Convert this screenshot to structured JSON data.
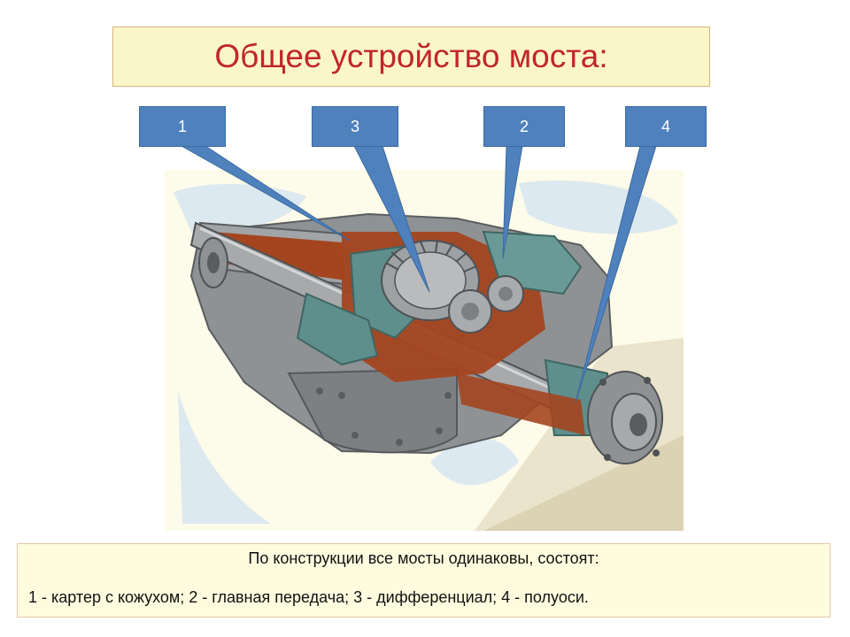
{
  "slide": {
    "title": "Общее устройство моста:"
  },
  "callouts": [
    {
      "label": "1"
    },
    {
      "label": "3"
    },
    {
      "label": "2"
    },
    {
      "label": "4"
    }
  ],
  "caption": {
    "line1": "По конструкции все мосты одинаковы, состоят:",
    "line2": "1 - картер с кожухом; 2 - главная передача; 3 - дифференциал; 4 - полуоси."
  },
  "colors": {
    "title_text": "#c0262d",
    "title_bg": "#fbf6c9",
    "callout_fill": "#4f81bd",
    "caption_bg": "#fefcdf",
    "housing": "#8f9294",
    "cutaway": "#a4451f",
    "teal_parts": "#5f8f8c"
  },
  "illustration": {
    "subject": "axle-cutaway"
  }
}
